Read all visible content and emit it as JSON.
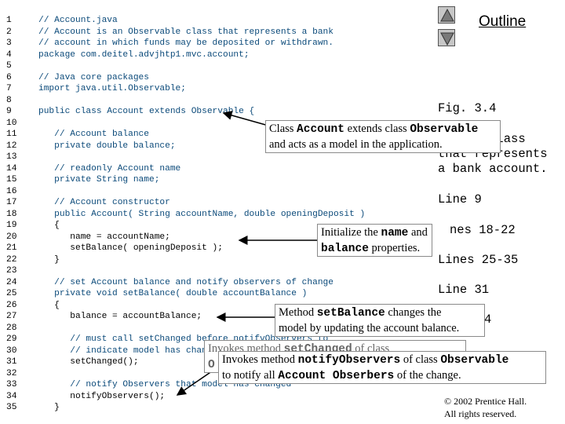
{
  "outline": {
    "title": "Outline"
  },
  "code": {
    "lines": [
      {
        "n": "1",
        "text": "// Account.java",
        "cls": "comment"
      },
      {
        "n": "2",
        "text": "// Account is an Observable class that represents a bank",
        "cls": "comment"
      },
      {
        "n": "3",
        "text": "// account in which funds may be deposited or withdrawn.",
        "cls": "comment"
      },
      {
        "n": "4",
        "text": "package com.deitel.advjhtp1.mvc.account;",
        "cls": "kw"
      },
      {
        "n": "5",
        "text": "",
        "cls": "txt"
      },
      {
        "n": "6",
        "text": "// Java core packages",
        "cls": "comment"
      },
      {
        "n": "7",
        "text": "import java.util.Observable;",
        "cls": "kw"
      },
      {
        "n": "8",
        "text": "",
        "cls": "txt"
      },
      {
        "n": "9",
        "text": "public class Account extends Observable {",
        "cls": "kw"
      },
      {
        "n": "10",
        "text": "",
        "cls": "txt"
      },
      {
        "n": "11",
        "text": "   // Account balance",
        "cls": "comment"
      },
      {
        "n": "12",
        "text": "   private double balance;",
        "cls": "kw"
      },
      {
        "n": "13",
        "text": "",
        "cls": "txt"
      },
      {
        "n": "14",
        "text": "   // readonly Account name",
        "cls": "comment"
      },
      {
        "n": "15",
        "text": "   private String name;",
        "cls": "kw"
      },
      {
        "n": "16",
        "text": "",
        "cls": "txt"
      },
      {
        "n": "17",
        "text": "   // Account constructor",
        "cls": "comment"
      },
      {
        "n": "18",
        "text": "   public Account( String accountName, double openingDeposit )",
        "cls": "kw"
      },
      {
        "n": "19",
        "text": "   {",
        "cls": "txt"
      },
      {
        "n": "20",
        "text": "      name = accountName;",
        "cls": "txt"
      },
      {
        "n": "21",
        "text": "      setBalance( openingDeposit );",
        "cls": "txt"
      },
      {
        "n": "22",
        "text": "   }",
        "cls": "txt"
      },
      {
        "n": "23",
        "text": "",
        "cls": "txt"
      },
      {
        "n": "24",
        "text": "   // set Account balance and notify observers of change",
        "cls": "comment"
      },
      {
        "n": "25",
        "text": "   private void setBalance( double accountBalance )",
        "cls": "kw"
      },
      {
        "n": "26",
        "text": "   {",
        "cls": "txt"
      },
      {
        "n": "27",
        "text": "      balance = accountBalance;",
        "cls": "txt"
      },
      {
        "n": "28",
        "text": "",
        "cls": "txt"
      },
      {
        "n": "29",
        "text": "      // must call setChanged before notifyObservers to",
        "cls": "comment"
      },
      {
        "n": "30",
        "text": "      // indicate model has changed",
        "cls": "comment"
      },
      {
        "n": "31",
        "text": "      setChanged();",
        "cls": "txt"
      },
      {
        "n": "32",
        "text": "",
        "cls": "txt"
      },
      {
        "n": "33",
        "text": "      // notify Observers that model has changed",
        "cls": "comment"
      },
      {
        "n": "34",
        "text": "      notifyObservers();",
        "cls": "txt"
      },
      {
        "n": "35",
        "text": "   }",
        "cls": "txt"
      }
    ]
  },
  "sidebar": {
    "fig": "Fig. 3.4",
    "desc_1": "     e class",
    "desc_2": "that represents",
    "desc_3": "a bank account.",
    "line_9": "Line 9",
    "lines_18_22": "nes 18-22",
    "lines_25_35": "Lines 25-35",
    "line_31": "Line 31",
    "line_34": "4"
  },
  "callouts": {
    "class_account": {
      "pre": "Class ",
      "m1": "Account",
      "mid": " extends class ",
      "m2": "Observable",
      "line2": "and acts as a model in the application."
    },
    "init": {
      "pre": "Initialize the ",
      "m1": "name",
      "mid": " and",
      "m2": "balance",
      "post": " properties."
    },
    "setbalance": {
      "pre": "Method ",
      "m1": "setBalance",
      "post": " changes the",
      "line2": "model by updating the account balance."
    },
    "setchanged": {
      "pre": "Invokes method ",
      "m1": "setChanged",
      "post": " of class",
      "line2_m": "O"
    },
    "notify": {
      "pre": "Invokes method ",
      "m1": "notifyObservers",
      "mid": " of class ",
      "m2": "Observable",
      "line2_pre": "to notify all ",
      "line2_m": "Account Obserbers",
      "line2_post": " of the change."
    }
  },
  "copyright": {
    "line1": "© 2002 Prentice Hall.",
    "line2": "All rights reserved."
  }
}
